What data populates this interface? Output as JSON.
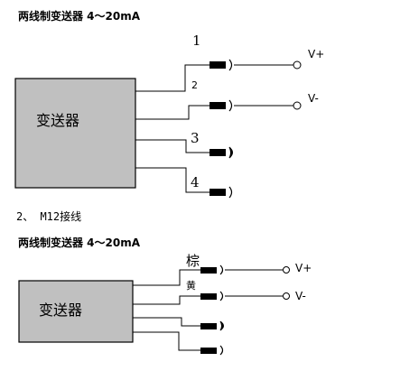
{
  "diagram1": {
    "title": "两线制变送器  4～20mA",
    "box_label": "变送器",
    "wire_labels": [
      "1",
      "2",
      "3",
      "4"
    ],
    "terminals": [
      "V+",
      "V-"
    ]
  },
  "section_heading": "2、  M12接线",
  "diagram2": {
    "title": "两线制变送器  4～20mA",
    "box_label": "变送器",
    "wire_labels": [
      "棕",
      "黄"
    ],
    "terminals": [
      "V+",
      "V-"
    ]
  }
}
